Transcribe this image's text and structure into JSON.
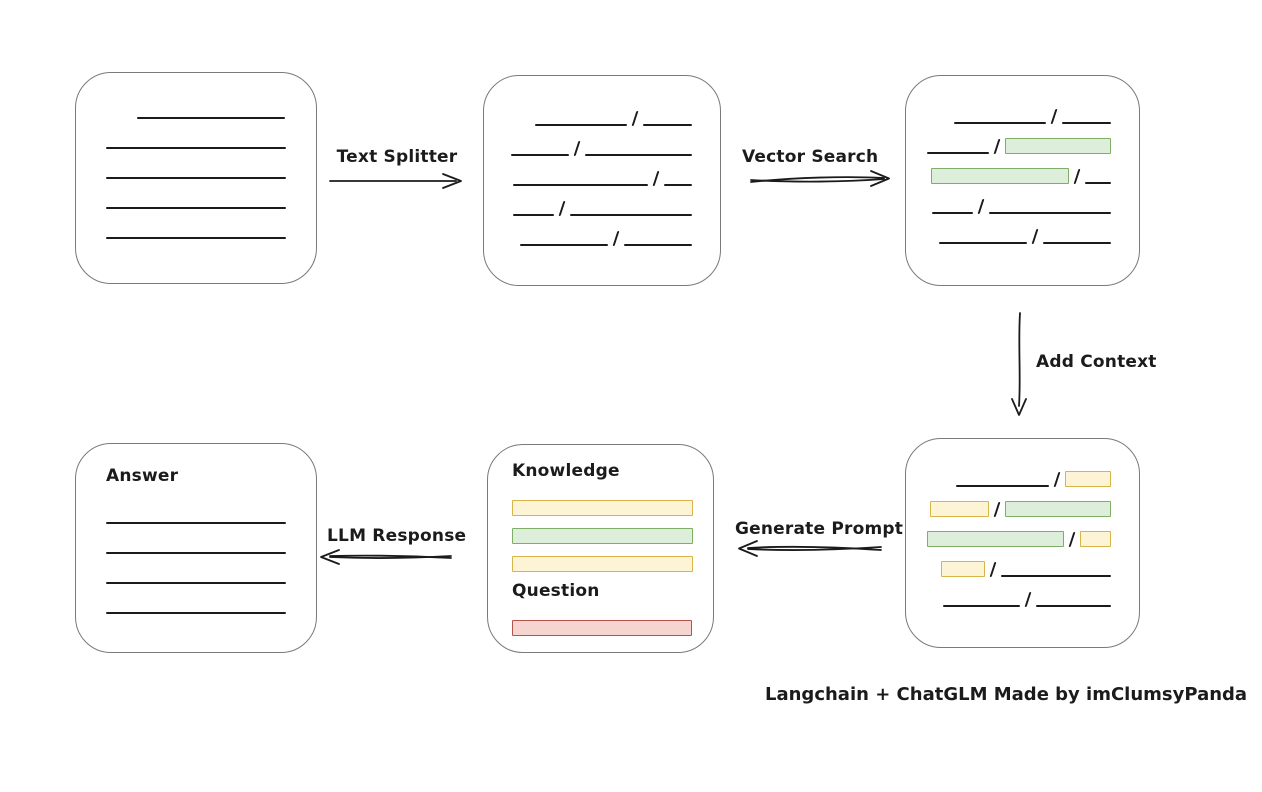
{
  "caption": "Langchain + ChatGLM Made by imClumsyPanda",
  "arrows": {
    "text_splitter": {
      "label": "Text Splitter"
    },
    "vector_search": {
      "label": "Vector Search"
    },
    "add_context": {
      "label": "Add Context"
    },
    "generate_prompt": {
      "label": "Generate Prompt"
    },
    "llm_response": {
      "label": "LLM Response"
    }
  },
  "colors": {
    "ink": "#1b1b1b",
    "box_border": "#7a7a7a",
    "green_fill": "#ddeeda",
    "green_border": "#7fae66",
    "yellow_fill": "#fdf3d5",
    "yellow_border": "#d9b44a",
    "red_fill": "#f6d4d0",
    "red_border": "#b5544c"
  },
  "boxes": [
    {
      "id": "document",
      "name": "source-document-box",
      "rows": [
        [
          {
            "t": "gap",
            "w": 31
          },
          {
            "t": "ln",
            "w": 148
          }
        ],
        [
          {
            "t": "ln",
            "w": 180
          }
        ],
        [
          {
            "t": "ln",
            "w": 180
          }
        ],
        [
          {
            "t": "ln",
            "w": 180
          }
        ],
        [
          {
            "t": "ln",
            "w": 180
          }
        ]
      ]
    },
    {
      "id": "chunks",
      "name": "split-chunks-box",
      "rows": [
        [
          {
            "t": "ln",
            "w": 92
          },
          {
            "t": "sl"
          },
          {
            "t": "ln",
            "w": 49
          }
        ],
        [
          {
            "t": "ln",
            "w": 58
          },
          {
            "t": "sl"
          },
          {
            "t": "ln",
            "w": 107
          }
        ],
        [
          {
            "t": "ln",
            "w": 135
          },
          {
            "t": "sl"
          },
          {
            "t": "ln",
            "w": 28
          }
        ],
        [
          {
            "t": "ln",
            "w": 41
          },
          {
            "t": "sl"
          },
          {
            "t": "ln",
            "w": 122
          }
        ],
        [
          {
            "t": "ln",
            "w": 88
          },
          {
            "t": "sl"
          },
          {
            "t": "ln",
            "w": 68
          }
        ]
      ]
    },
    {
      "id": "searched",
      "name": "vector-search-results-box",
      "rows": [
        [
          {
            "t": "ln",
            "w": 92
          },
          {
            "t": "sl"
          },
          {
            "t": "ln",
            "w": 49
          }
        ],
        [
          {
            "t": "ln",
            "w": 62
          },
          {
            "t": "sl"
          },
          {
            "t": "bar",
            "c": "green",
            "w": 104
          }
        ],
        [
          {
            "t": "bar",
            "c": "green",
            "w": 136
          },
          {
            "t": "sl"
          },
          {
            "t": "ln",
            "w": 26
          }
        ],
        [
          {
            "t": "ln",
            "w": 41
          },
          {
            "t": "sl"
          },
          {
            "t": "ln",
            "w": 122
          }
        ],
        [
          {
            "t": "ln",
            "w": 88
          },
          {
            "t": "sl"
          },
          {
            "t": "ln",
            "w": 68
          }
        ]
      ]
    },
    {
      "id": "context",
      "name": "context-chunks-box",
      "rows": [
        [
          {
            "t": "ln",
            "w": 93
          },
          {
            "t": "sl"
          },
          {
            "t": "bar",
            "c": "yellow",
            "w": 44
          }
        ],
        [
          {
            "t": "bar",
            "c": "yellow",
            "w": 57
          },
          {
            "t": "sl"
          },
          {
            "t": "bar",
            "c": "green",
            "w": 104
          }
        ],
        [
          {
            "t": "bar",
            "c": "green",
            "w": 135
          },
          {
            "t": "sl"
          },
          {
            "t": "bar",
            "c": "yellow",
            "w": 29
          }
        ],
        [
          {
            "t": "bar",
            "c": "yellow",
            "w": 42
          },
          {
            "t": "sl"
          },
          {
            "t": "ln",
            "w": 110
          }
        ],
        [
          {
            "t": "ln",
            "w": 77
          },
          {
            "t": "sl"
          },
          {
            "t": "ln",
            "w": 75
          }
        ]
      ]
    },
    {
      "id": "prompt",
      "name": "prompt-box",
      "rows": [
        [
          {
            "t": "txt",
            "v": "Knowledge",
            "name": "knowledge-label"
          }
        ],
        [
          {
            "t": "bar",
            "c": "yellow",
            "w": 179
          }
        ],
        [
          {
            "t": "bar",
            "c": "green",
            "w": 179
          }
        ],
        [
          {
            "t": "bar",
            "c": "yellow",
            "w": 179
          }
        ],
        [
          {
            "t": "txt",
            "v": "Question",
            "name": "question-label"
          }
        ],
        [
          {
            "t": "bar",
            "c": "red",
            "w": 178
          }
        ]
      ]
    },
    {
      "id": "answer",
      "name": "answer-box",
      "rows": [
        [
          {
            "t": "txt",
            "v": "Answer",
            "name": "answer-label"
          }
        ],
        [
          {
            "t": "ln",
            "w": 180
          }
        ],
        [
          {
            "t": "ln",
            "w": 180
          }
        ],
        [
          {
            "t": "ln",
            "w": 180
          }
        ],
        [
          {
            "t": "ln",
            "w": 180
          }
        ]
      ]
    }
  ]
}
